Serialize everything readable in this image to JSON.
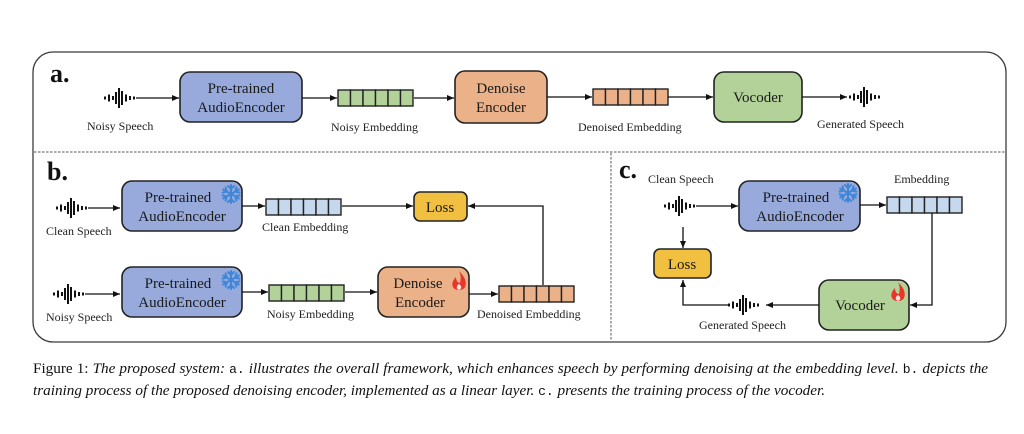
{
  "panels": {
    "a": {
      "letter": "a.",
      "input_label": "Noisy Speech",
      "encoder": [
        "Pre-trained",
        "AudioEncoder"
      ],
      "embedding1_label": "Noisy Embedding",
      "denoise": [
        "Denoise",
        "Encoder"
      ],
      "embedding2_label": "Denoised Embedding",
      "vocoder": "Vocoder",
      "output_label": "Generated Speech"
    },
    "b": {
      "letter": "b.",
      "clean_input_label": "Clean Speech",
      "clean_encoder": [
        "Pre-trained",
        "AudioEncoder"
      ],
      "clean_encoder_state": "frozen",
      "clean_embedding_label": "Clean Embedding",
      "loss": "Loss",
      "noisy_input_label": "Noisy Speech",
      "noisy_encoder": [
        "Pre-trained",
        "AudioEncoder"
      ],
      "noisy_encoder_state": "frozen",
      "noisy_embedding_label": "Noisy Embedding",
      "denoise": [
        "Denoise",
        "Encoder"
      ],
      "denoise_state": "trainable",
      "denoised_embedding_label": "Denoised Embedding"
    },
    "c": {
      "letter": "c.",
      "input_label": "Clean Speech",
      "encoder": [
        "Pre-trained",
        "AudioEncoder"
      ],
      "encoder_state": "frozen",
      "embedding_label": "Embedding",
      "loss": "Loss",
      "vocoder": "Vocoder",
      "vocoder_state": "trainable",
      "output_label": "Generated Speech"
    }
  },
  "icons": {
    "frozen": "snowflake-icon",
    "trainable": "flame-icon",
    "speech": "waveform-icon"
  },
  "colors": {
    "encoder_fill": "#97aadb",
    "denoise_fill": "#ebb189",
    "vocoder_fill": "#b2d29a",
    "loss_fill": "#f2c040",
    "noisy_embedding_fill": "#b2d29a",
    "clean_embedding_fill": "#c6d8ee",
    "denoised_embedding_fill": "#ebb189",
    "snowflake": "#3f86d8",
    "flame": "#e8372a"
  },
  "caption": {
    "label": "Figure 1:",
    "lead": "The proposed system:",
    "a_marker": "a.",
    "a_text": "illustrates the overall framework, which enhances speech by performing denoising at the embedding level.",
    "b_marker": "b.",
    "b_text": "depicts the training process of the proposed denoising encoder, implemented as a linear layer.",
    "c_marker": "c.",
    "c_text": "presents the training process of the vocoder."
  }
}
